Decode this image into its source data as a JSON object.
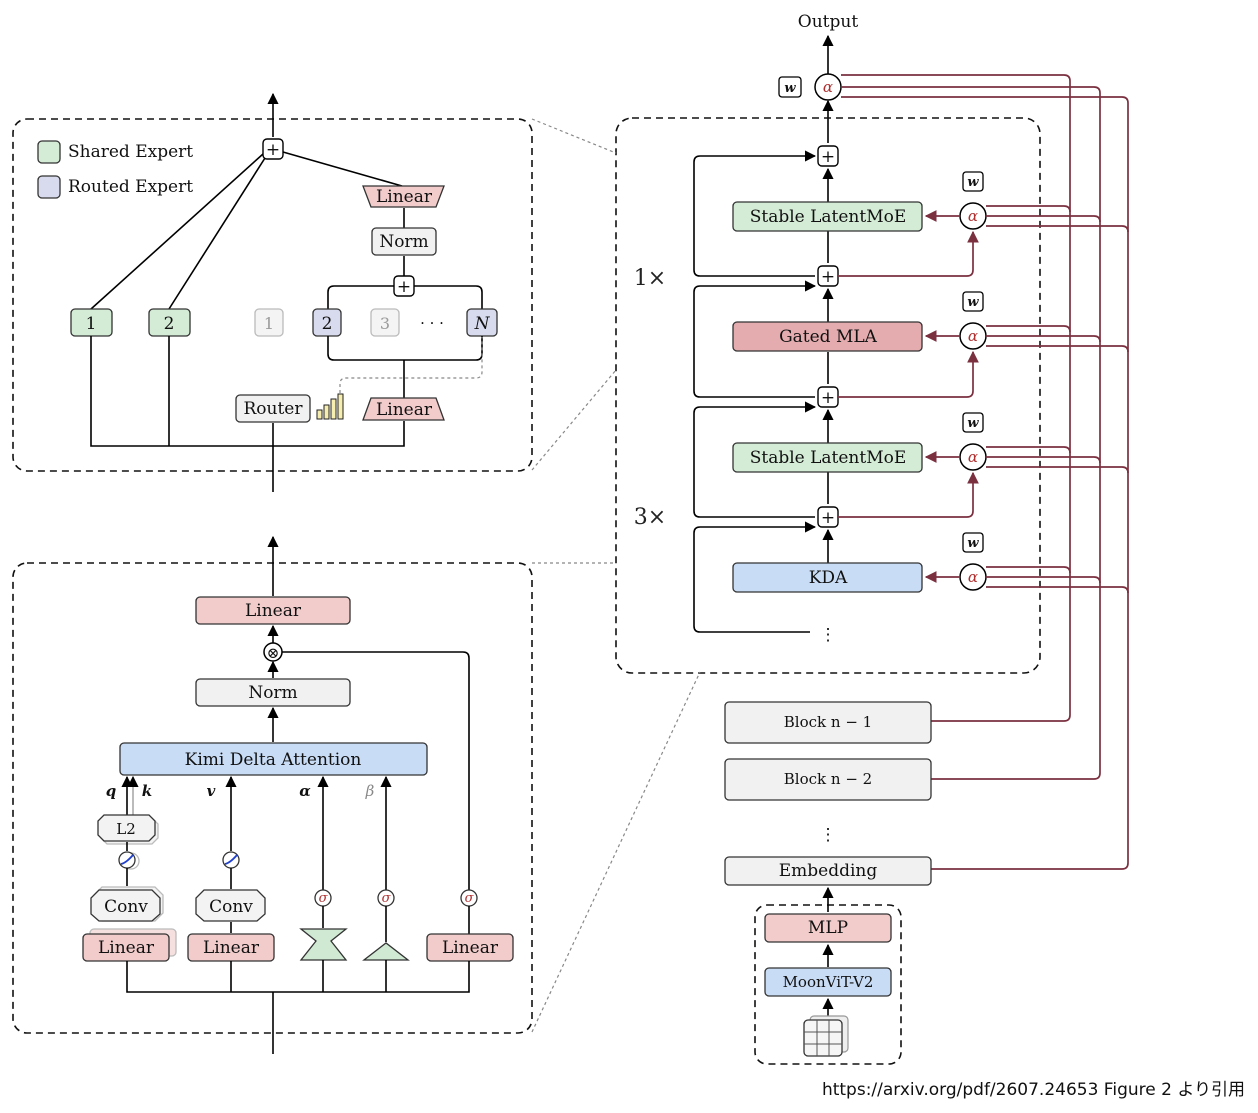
{
  "main": {
    "output_label": "Output",
    "alpha_symbol": "α",
    "w_symbol": "w",
    "plus_symbol": "+",
    "repeat_1": "1×",
    "repeat_3": "3×",
    "layers": [
      "Stable LatentMoE",
      "Gated MLA",
      "Stable LatentMoE",
      "KDA"
    ],
    "ellipsis_vertical": "⋮",
    "block_n1": "Block n − 1",
    "block_n2": "Block n − 2",
    "embedding": "Embedding",
    "mlp": "MLP",
    "moonvit": "MoonViT-V2"
  },
  "moe": {
    "legend_shared": "Shared Expert",
    "legend_routed": "Routed Expert",
    "top_linear": "Linear",
    "norm": "Norm",
    "shared_experts": [
      "1",
      "2"
    ],
    "routed_experts": [
      "1",
      "2",
      "3",
      "N"
    ],
    "dots": "· · ·",
    "router": "Router",
    "bottom_linear": "Linear"
  },
  "kda": {
    "top_linear": "Linear",
    "mult_symbol": "⊗",
    "norm": "Norm",
    "attention": "Kimi Delta Attention",
    "q": "q",
    "k": "k",
    "v": "v",
    "alpha": "α",
    "beta": "β",
    "l2": "L2",
    "conv1": "Conv",
    "conv2": "Conv",
    "sigma": "σ",
    "linear1": "Linear",
    "linear2": "Linear",
    "linear3": "Linear"
  },
  "citation": "https://arxiv.org/pdf/2607.24653 Figure 2 より引用"
}
